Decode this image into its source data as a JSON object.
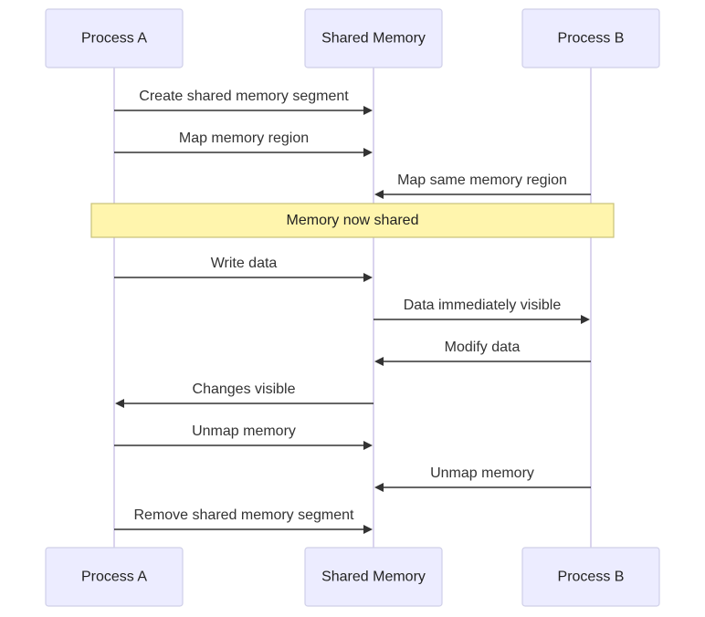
{
  "participants": [
    {
      "id": "A",
      "label": "Process A"
    },
    {
      "id": "S",
      "label": "Shared Memory"
    },
    {
      "id": "B",
      "label": "Process B"
    }
  ],
  "messages": [
    {
      "from": "A",
      "to": "S",
      "label": "Create shared memory segment"
    },
    {
      "from": "A",
      "to": "S",
      "label": "Map memory region"
    },
    {
      "from": "B",
      "to": "S",
      "label": "Map same memory region"
    },
    {
      "note": true,
      "label": "Memory now shared"
    },
    {
      "from": "A",
      "to": "S",
      "label": "Write data"
    },
    {
      "from": "S",
      "to": "B",
      "label": "Data immediately visible"
    },
    {
      "from": "B",
      "to": "S",
      "label": "Modify data"
    },
    {
      "from": "S",
      "to": "A",
      "label": "Changes visible"
    },
    {
      "from": "A",
      "to": "S",
      "label": "Unmap memory"
    },
    {
      "from": "B",
      "to": "S",
      "label": "Unmap memory"
    },
    {
      "from": "A",
      "to": "S",
      "label": "Remove shared memory segment"
    }
  ],
  "colors": {
    "actor_fill": "#ececff",
    "actor_stroke": "#cfcfe8",
    "lifeline": "#cdc6e8",
    "arrow": "#333333",
    "note_fill": "#fff5ad",
    "note_stroke": "#c9c27a"
  }
}
